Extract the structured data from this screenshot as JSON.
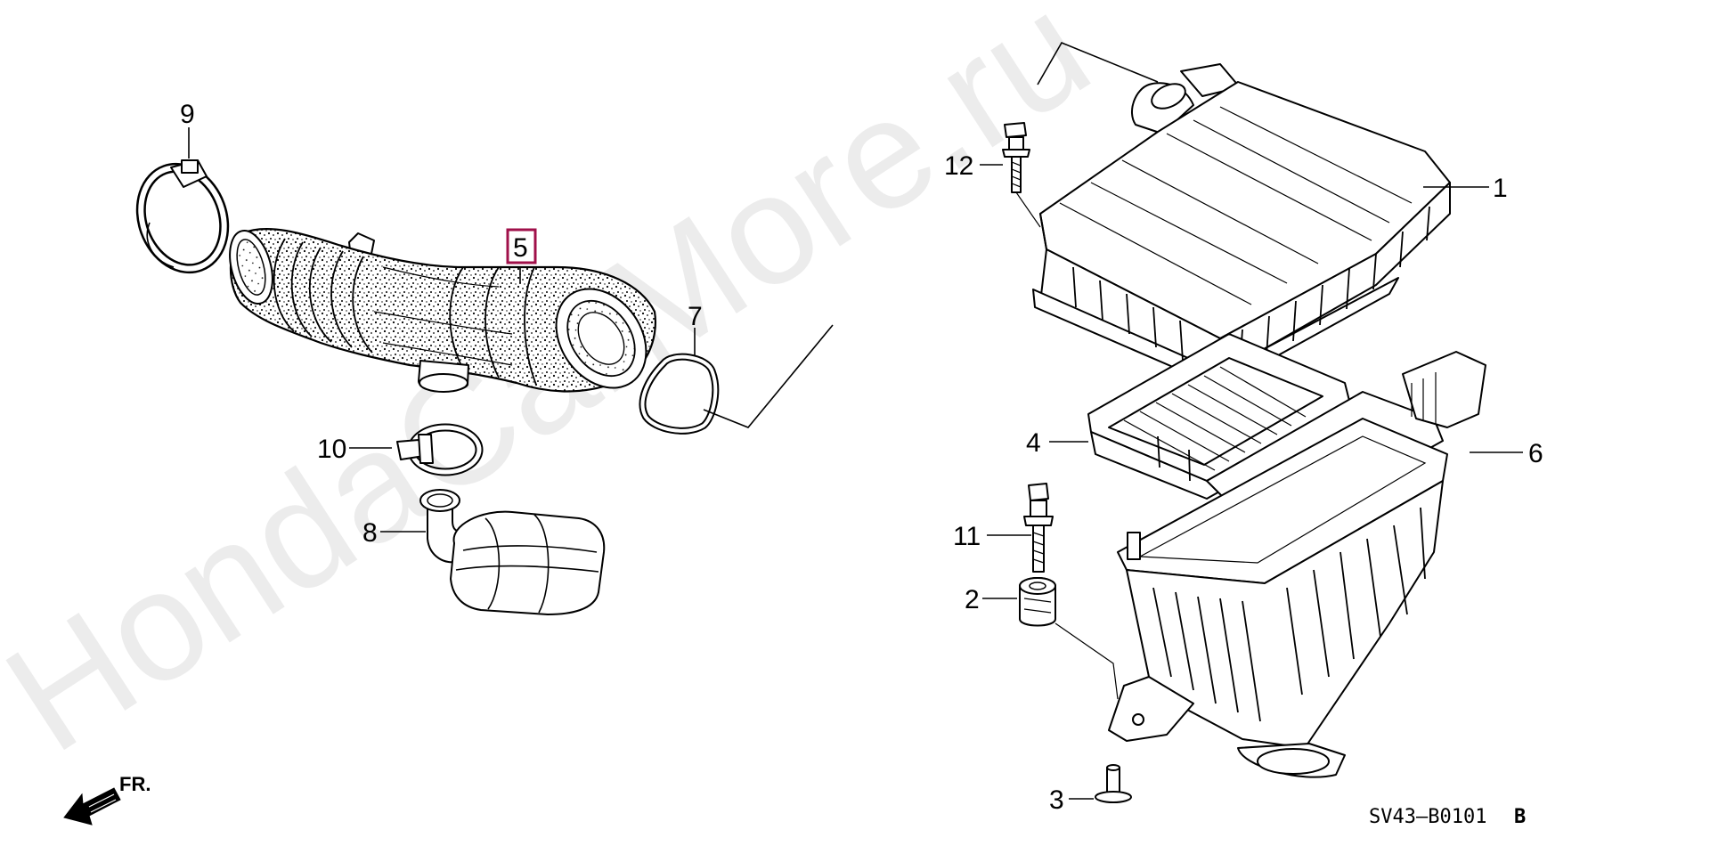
{
  "watermark": "HondaCarMore.ru",
  "direction_label": "FR.",
  "diagram_code": "SV43–B0101",
  "diagram_revision": "B",
  "accent_color": "#a0104a",
  "highlighted_part": "5",
  "callouts": {
    "c1": "1",
    "c2": "2",
    "c3": "3",
    "c4": "4",
    "c5": "5",
    "c6": "6",
    "c7": "7",
    "c8": "8",
    "c9": "9",
    "c10": "10",
    "c11": "11",
    "c12": "12"
  }
}
